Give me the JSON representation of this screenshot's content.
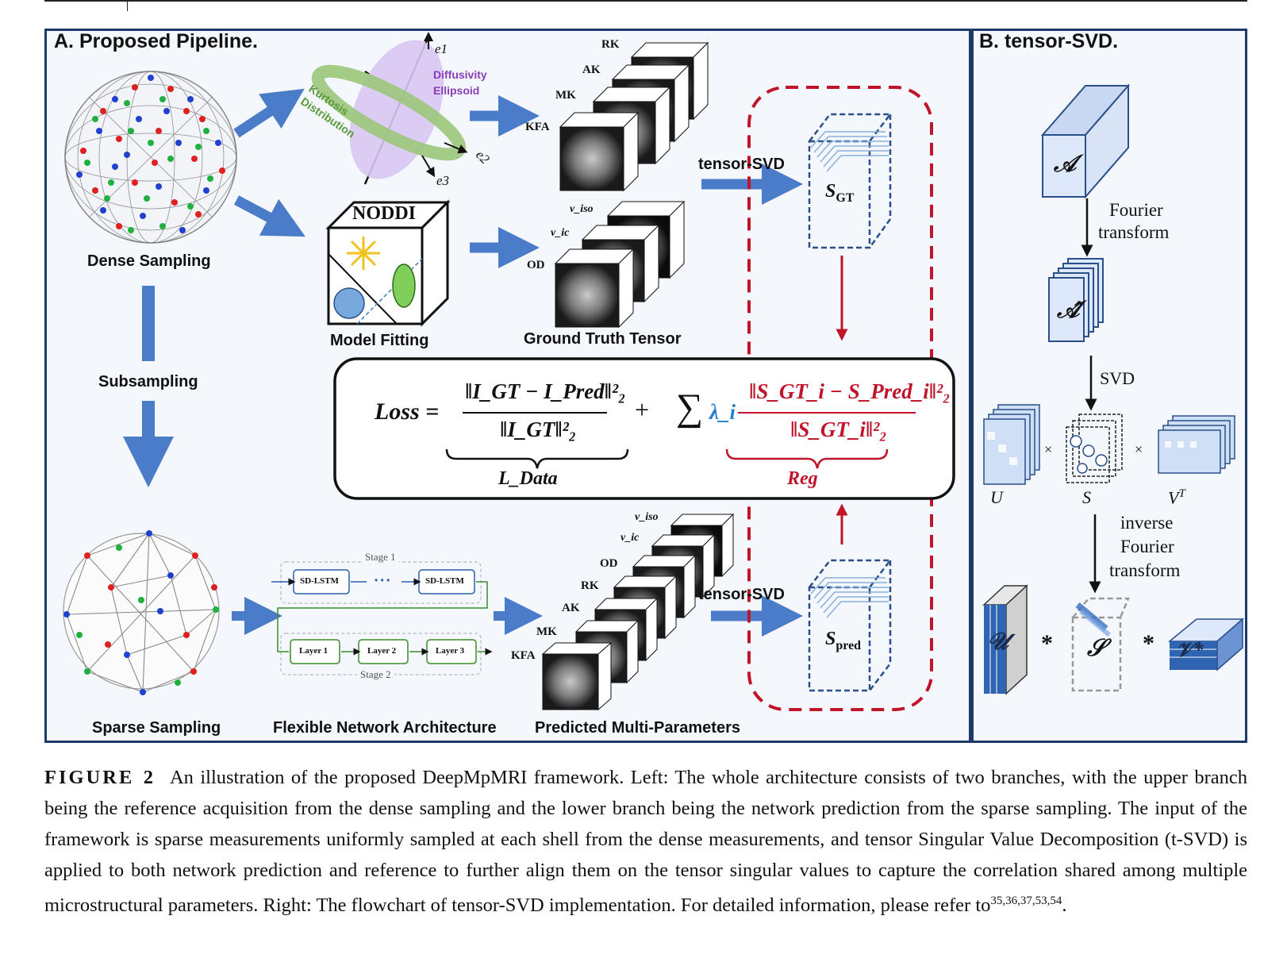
{
  "figure": {
    "panel_a_title": "A. Proposed Pipeline.",
    "panel_b_title": "B. tensor-SVD.",
    "dense_sampling": "Dense Sampling",
    "subsampling": "Subsampling",
    "sparse_sampling": "Sparse Sampling",
    "model_fitting": "Model Fitting",
    "ground_truth_tensor": "Ground Truth Tensor",
    "flexible_network": "Flexible Network Architecture",
    "predicted_params": "Predicted Multi-Parameters",
    "diffusivity_ellipsoid": [
      "Diffusivity",
      "Ellipsoid"
    ],
    "kurtosis_distribution": [
      "Kurtosis",
      "Distribution"
    ],
    "axes": [
      "e1",
      "e2",
      "e3"
    ],
    "noddi": "NODDI",
    "dki_maps": [
      "RK",
      "AK",
      "MK",
      "KFA"
    ],
    "noddi_maps": [
      "v_iso",
      "v_ic",
      "OD"
    ],
    "predicted_maps": [
      "v_iso",
      "v_ic",
      "OD",
      "RK",
      "AK",
      "MK",
      "KFA"
    ],
    "tensor_svd_label": "tensor-SVD",
    "s_gt": "S",
    "s_gt_sub": "GT",
    "s_pred": "S",
    "s_pred_sub": "pred",
    "loss": {
      "lhs": "Loss =",
      "data_num": "‖I_GT − I_Pred‖²₂",
      "data_den": "‖I_GT‖²₂",
      "plus": "+",
      "sum": "∑",
      "lambda": "λ_i",
      "reg_num": "‖S_GT_i − S_Pred_i‖²₂",
      "reg_den": "‖S_GT_i‖²₂",
      "data_term": "L_Data",
      "reg_term": "Reg"
    },
    "network": {
      "stage1": "Stage 1",
      "stage2": "Stage 2",
      "lstm1": "SD-LSTM",
      "lstm2": "SD-LSTM",
      "dots": "• • •",
      "layer1": "Layer 1",
      "layer2": "Layer 2",
      "layer3": "Layer 3"
    },
    "tsvd": {
      "a": "𝒜",
      "a_hat": "𝒜̂",
      "fourier": [
        "Fourier",
        "transform"
      ],
      "svd": "SVD",
      "u": "U",
      "s": "S",
      "vt": "V",
      "vt_sup": "T",
      "times": "×",
      "inverse": [
        "inverse",
        "Fourier",
        "transform"
      ],
      "u_tensor": "𝒰",
      "s_tensor": "𝒮",
      "v_tensor": "𝒱*",
      "star": "*"
    }
  },
  "caption": {
    "label": "FIGURE 2",
    "text": "An illustration of the proposed DeepMpMRI framework. Left: The whole architecture consists of two branches, with the upper branch being the reference acquisition from the dense sampling and the lower branch being the network prediction from the sparse sampling. The input of the framework is sparse measurements uniformly sampled at each shell from the dense measurements, and tensor Singular Value Decomposition (t-SVD) is applied to both network prediction and reference to further align them on the tensor singular values to capture the correlation shared among multiple microstructural parameters. Right: The flowchart of tensor-SVD implementation. For detailed information, please refer to",
    "refs": "35,36,37,53,54",
    "end": "."
  }
}
